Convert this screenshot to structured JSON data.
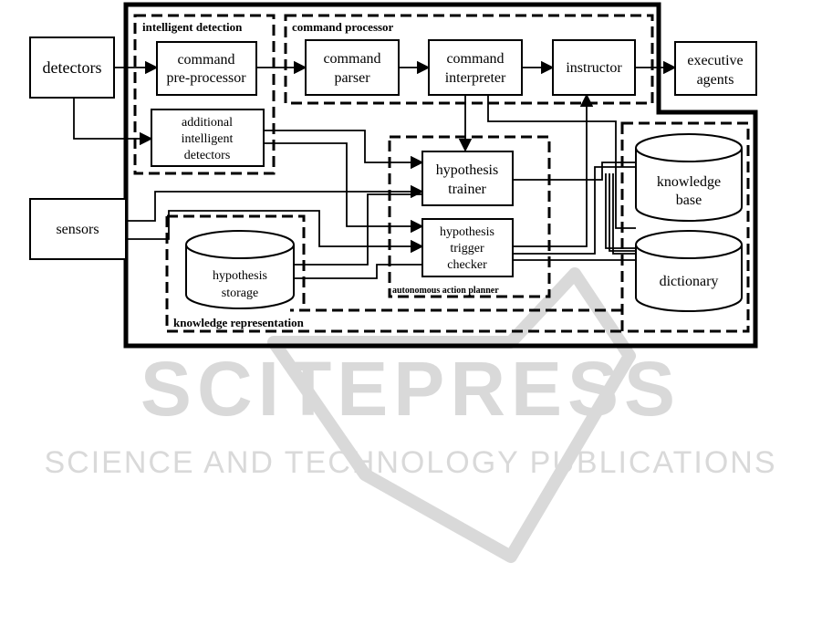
{
  "groups": {
    "intelligent_detection": "intelligent detection",
    "command_processor": "command processor",
    "autonomous_action_planner": "autonomous action planner",
    "knowledge_representation": "knowledge representation"
  },
  "nodes": {
    "detectors": "detectors",
    "sensors": "sensors",
    "command_preprocessor": [
      "command",
      "pre-processor"
    ],
    "additional_detectors": [
      "additional",
      "intelligent",
      "detectors"
    ],
    "command_parser": [
      "command",
      "parser"
    ],
    "command_interpreter": [
      "command",
      "interpreter"
    ],
    "instructor": "instructor",
    "executive_agents": [
      "executive",
      "agents"
    ],
    "hypothesis_trainer": [
      "hypothesis",
      "trainer"
    ],
    "hypothesis_trigger_checker": [
      "hypothesis",
      "trigger",
      "checker"
    ],
    "hypothesis_storage": [
      "hypothesis",
      "storage"
    ],
    "knowledge_base": [
      "knowledge",
      "base"
    ],
    "dictionary": "dictionary"
  },
  "watermark": {
    "title": "SCITEPRESS",
    "subtitle": "SCIENCE AND TECHNOLOGY PUBLICATIONS",
    "color": "#d9d9d9"
  }
}
